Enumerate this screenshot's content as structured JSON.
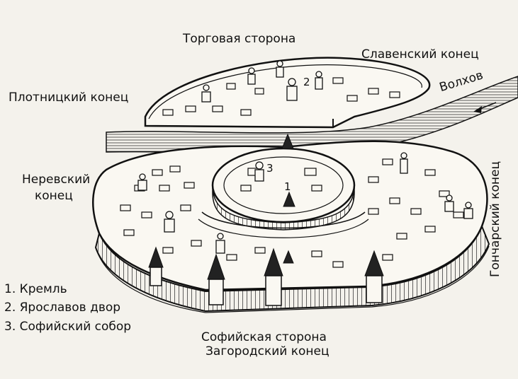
{
  "map": {
    "labels": {
      "torgovaya": "Торговая сторона",
      "slavensky": "Славенский конец",
      "plotnitsky": "Плотницкий конец",
      "volkhov": "Волхов",
      "nerevsky_1": "Неревский",
      "nerevsky_2": "конец",
      "goncharsky": "Гончарский конец",
      "sofiyskaya": "Софийская сторона",
      "zagorodsky": "Загородский конец"
    },
    "markers": [
      "1",
      "2",
      "3"
    ],
    "legend": [
      "1. Кремль",
      "2. Ярославов двор",
      "3. Софийский собор"
    ]
  }
}
